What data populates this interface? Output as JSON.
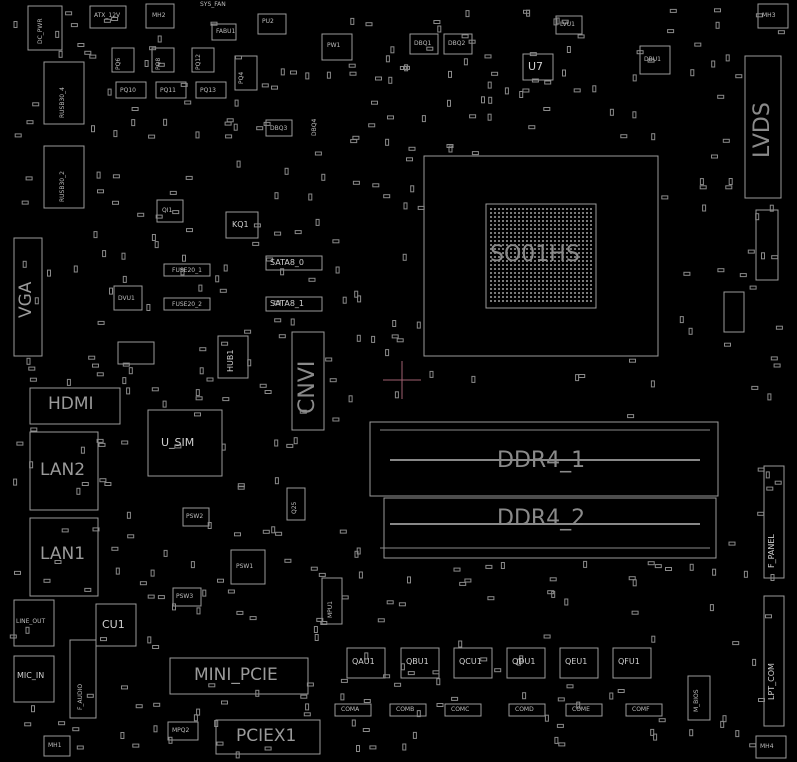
{
  "labels": {
    "dc_pwr": "DC_PWR",
    "atx_12v": "ATX_12V",
    "mh2": "MH2",
    "sys_fan": "SYS_FAN",
    "pu2": "PU2",
    "pw1": "PW1",
    "dbq1": "DBQ1",
    "dbq2": "DBQ2",
    "u7": "U7",
    "lvu1": "LVU1",
    "dbu1": "DBU1",
    "mh3": "MH3",
    "fabu1": "FABU1",
    "pq6": "PQ6",
    "pq8": "PQ8",
    "pq12": "PQ12",
    "pq4": "PQ4",
    "pq10": "PQ10",
    "pq11": "PQ11",
    "pq13": "PQ13",
    "usb3_4": "RUSB30_4",
    "usb3_2": "RUSB30_2",
    "dbq3": "DBQ3",
    "dbq4": "DBQ4",
    "lvds": "LVDS",
    "so01hs": "SO01HS",
    "qi1": "QI1",
    "kq1": "KQ1",
    "sata_0": "SATA8_0",
    "sata_1": "SATA8_1",
    "fuse_1": "FUSE20_1",
    "fuse_2": "FUSE20_2",
    "dvu1": "DVU1",
    "vga": "VGA",
    "hdmi": "HDMI",
    "hub1": "HUB1",
    "cnvi": "CNVI",
    "u_sim": "U_SIM",
    "lan2": "LAN2",
    "lan1": "LAN1",
    "ddr4_1": "DDR4_1",
    "ddr4_2": "DDR4_2",
    "q25": "Q25",
    "psw2": "PSW2",
    "psw1": "PSW1",
    "psw3": "PSW3",
    "mpu1": "MPU1",
    "cu1": "CU1",
    "line_out": "LINE_OUT",
    "mic_in": "MIC_IN",
    "f_audio": "F_AUDIO",
    "mini_pcie": "MINI_PCIE",
    "pciex1": "PCIEX1",
    "mpq2": "MPQ2",
    "mh1": "MH1",
    "mh4": "MH4",
    "f_panel": "F_PANEL",
    "lpt_com": "LPT_COM",
    "m_bios": "M_BIOS",
    "qau1": "QAU1",
    "qbu1": "QBU1",
    "qcu1": "QCU1",
    "qdu1": "QDU1",
    "qeu1": "QEU1",
    "qfu1": "QFU1",
    "coma": "COMA",
    "comb": "COMB",
    "comc": "COMC",
    "comd": "COMD",
    "come": "COME",
    "comf": "COMF"
  }
}
